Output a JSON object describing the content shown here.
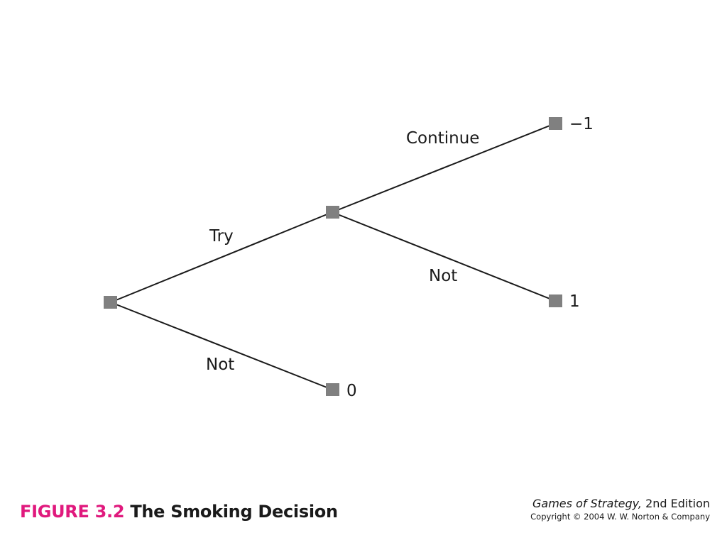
{
  "tree": {
    "branches": [
      {
        "label": "Try"
      },
      {
        "label": "Not"
      },
      {
        "label": "Continue"
      },
      {
        "label": "Not"
      }
    ],
    "payoffs": [
      "−1",
      "1",
      "0"
    ]
  },
  "caption": {
    "figure_number": "FIGURE 3.2",
    "figure_title": "The Smoking Decision"
  },
  "credit": {
    "book_title": "Games of Strategy,",
    "edition": "2nd Edition",
    "copyright": "Copyright © 2004 W. W. Norton & Company"
  },
  "colors": {
    "node": "#808080",
    "figure_number": "#e0197d",
    "text": "#1a1a1a"
  }
}
